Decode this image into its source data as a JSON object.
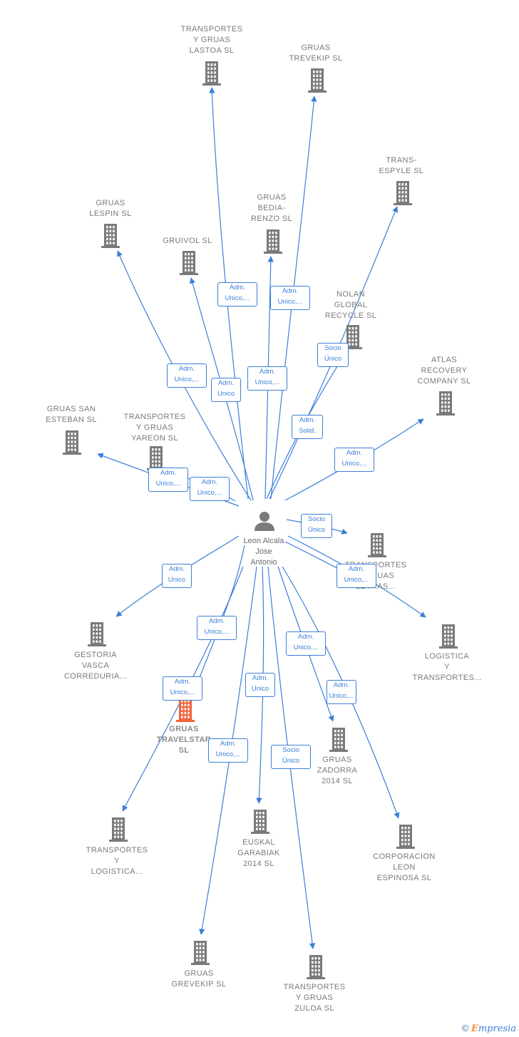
{
  "center": {
    "name": "Leon Alcala\nJose\nAntonio",
    "icon": "person-icon"
  },
  "colors": {
    "edge": "#3b7fd8",
    "building": "#7a7a7a",
    "highlight": "#f4623a",
    "person": "#7a7a7a"
  },
  "nodes": [
    {
      "id": "lastoa",
      "label": "TRANSPORTES\nY GRUAS\nLASTOA  SL"
    },
    {
      "id": "trevekip",
      "label": "GRUAS\nTREVEKIP  SL"
    },
    {
      "id": "transespyle",
      "label": "TRANS-\nESPYLE  SL"
    },
    {
      "id": "lespin",
      "label": "GRUAS\nLESPIN  SL"
    },
    {
      "id": "gruivol",
      "label": "GRUIVOL SL"
    },
    {
      "id": "bediarenzo",
      "label": "GRUAS\nBEDIA-\nRENZO  SL"
    },
    {
      "id": "nolan",
      "label": "NOLAN\nGLOBAL\nRECYCLE  SL"
    },
    {
      "id": "atlas",
      "label": "ATLAS\nRECOVERY\nCOMPANY  SL"
    },
    {
      "id": "sanesteban",
      "label": "GRUAS SAN\nESTEBAN  SL"
    },
    {
      "id": "yareon",
      "label": "TRANSPORTES\nY GRUAS\nYAREON  SL"
    },
    {
      "id": "tgleyre",
      "label": "TRANSPORTES\nY GRUAS\nLEYRAS..."
    },
    {
      "id": "gestoria",
      "label": "GESTORIA\nVASCA\nCORREDURIA..."
    },
    {
      "id": "logistica1",
      "label": "LOGISTICA\nY\nTRANSPORTES..."
    },
    {
      "id": "travelstar",
      "label": "GRUAS\nTRAVELSTAR\nSL",
      "main": true
    },
    {
      "id": "zadorra",
      "label": "GRUAS\nZADORRA\n2014  SL"
    },
    {
      "id": "tylogistica",
      "label": "TRANSPORTES\nY\nLOGISTICA..."
    },
    {
      "id": "euskal",
      "label": "EUSKAL\nGARABIAK\n2014  SL"
    },
    {
      "id": "corporacion",
      "label": "CORPORACION\nLEON\nESPINOSA SL"
    },
    {
      "id": "grevekip",
      "label": "GRUAS\nGREVEKIP  SL"
    },
    {
      "id": "zuloa",
      "label": "TRANSPORTES\nY GRUAS\nZULOA  SL"
    }
  ],
  "edge_labels": [
    "Adm.\nUnico,...",
    "Adm.\nUnico,...",
    "Socio\nÚnico",
    "Adm.\nUnico,...",
    "Adm.\nUnico",
    "Adm.\nUnico,...",
    "Adm.\nSolid.",
    "Adm.\nUnico,...",
    "Adm.\nUnico,...",
    "Adm.\nUnico,...",
    "Socio\nÚnico",
    "Adm.\nUnico,...",
    "Adm.\nUnico",
    "Adm.\nUnico,...",
    "Adm.\nUnico,...",
    "Adm.\nUnico,...",
    "Adm.\nUnico",
    "Socio\nÚnico",
    "Adm.\nUnico,...",
    "Adm.\nUnico,...",
    "Adm.\nUnico,..."
  ],
  "footer": {
    "copyright": "©",
    "brand_initial": "E",
    "brand_rest": "mpresia"
  }
}
